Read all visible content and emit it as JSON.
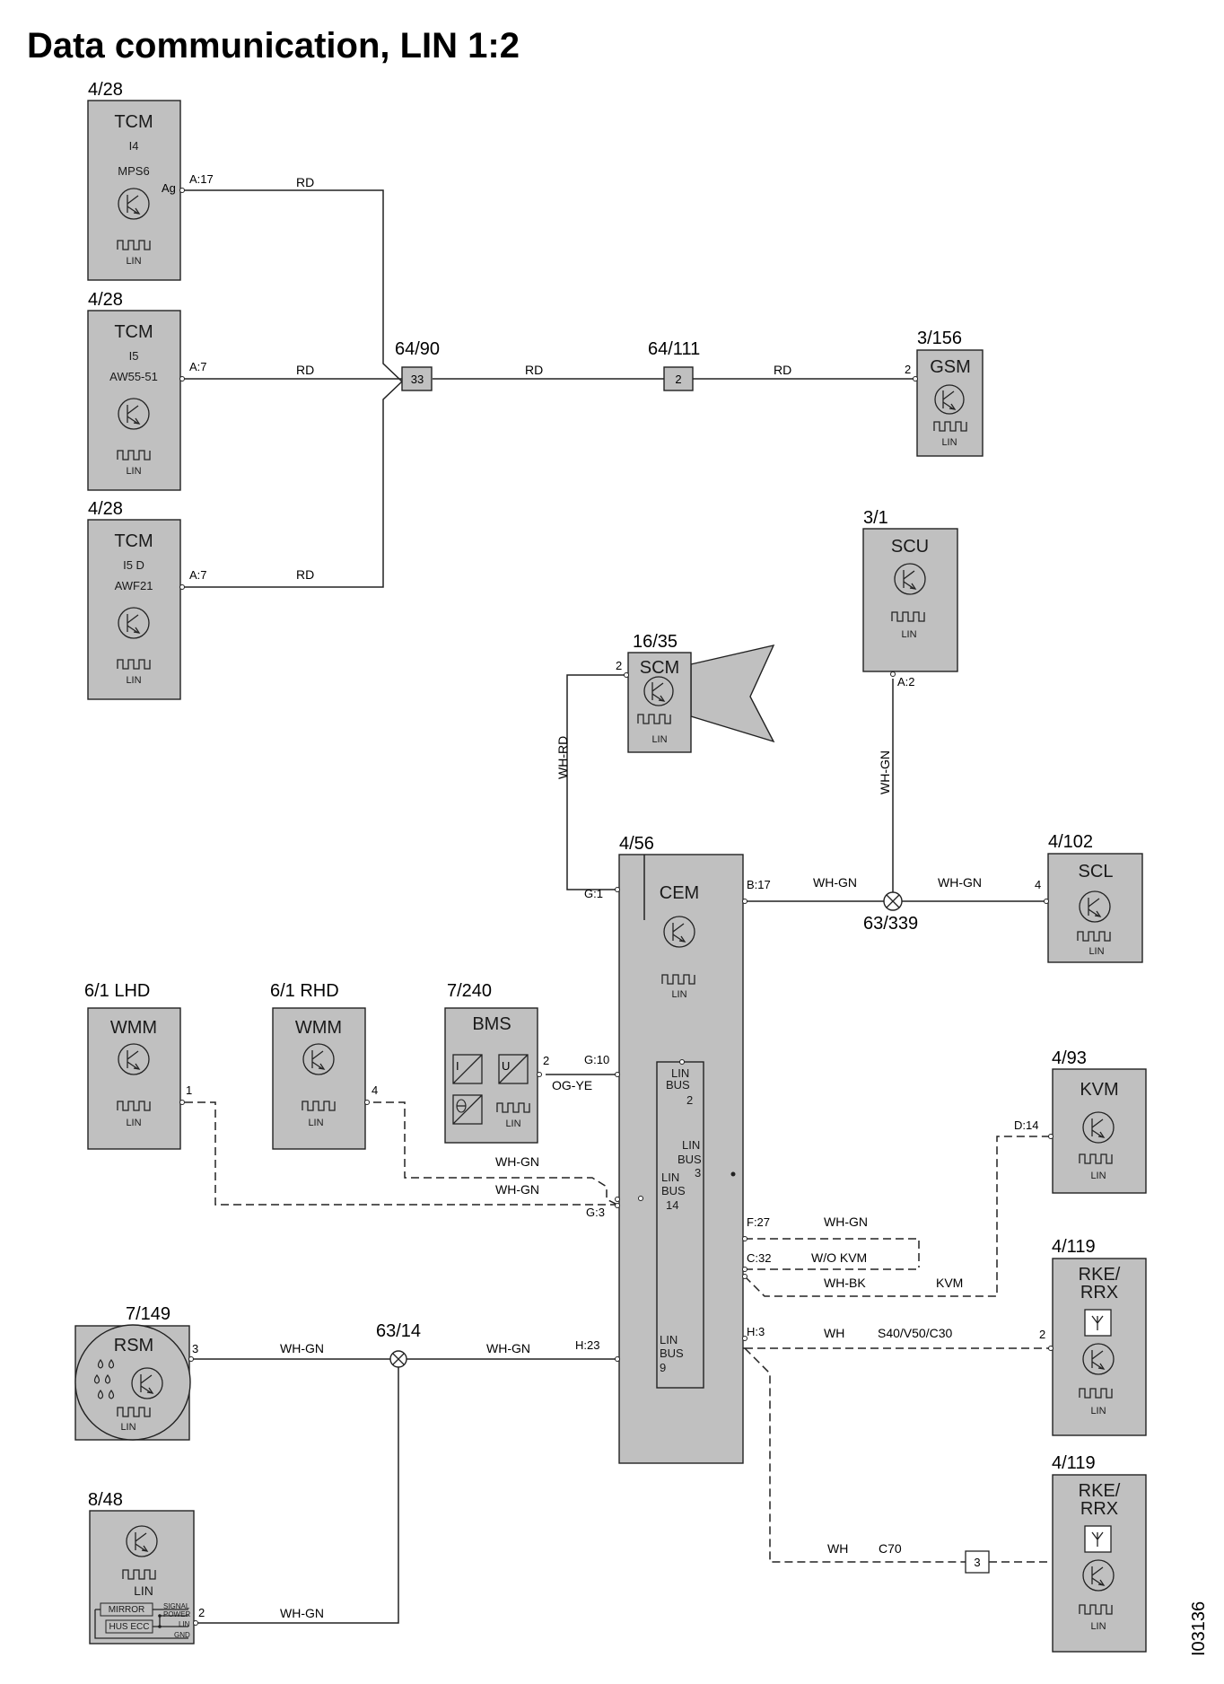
{
  "title": "Data communication, LIN 1:2",
  "figure_id": "I03136",
  "components": {
    "tcm1": {
      "ref": "4/28",
      "name": "TCM",
      "line1": "I4",
      "line2": "MPS6",
      "pin": "A:17",
      "inner": "Ag",
      "bus": "LIN"
    },
    "tcm2": {
      "ref": "4/28",
      "name": "TCM",
      "line1": "I5",
      "line2": "AW55-51",
      "pin": "A:7",
      "bus": "LIN"
    },
    "tcm3": {
      "ref": "4/28",
      "name": "TCM",
      "line1": "I5 D",
      "line2": "AWF21",
      "pin": "A:7",
      "bus": "LIN"
    },
    "gsm": {
      "ref": "3/156",
      "name": "GSM",
      "pin": "2",
      "bus": "LIN"
    },
    "scu": {
      "ref": "3/1",
      "name": "SCU",
      "pin": "A:2",
      "bus": "LIN"
    },
    "scm": {
      "ref": "16/35",
      "name": "SCM",
      "pin": "2",
      "bus": "LIN"
    },
    "cem": {
      "ref": "4/56",
      "name": "CEM",
      "bus": "LIN",
      "pins": {
        "g1": "G:1",
        "b17": "B:17",
        "g10": "G:10",
        "g3": "G:3",
        "f27": "F:27",
        "c32": "C:32",
        "h3": "H:3",
        "h23": "H:23"
      },
      "bus2": [
        "LIN",
        "BUS",
        "2"
      ],
      "bus3": [
        "LIN",
        "BUS",
        "3"
      ],
      "bus14": [
        "LIN",
        "BUS",
        "14"
      ],
      "bus9": [
        "LIN",
        "BUS",
        "9"
      ]
    },
    "scl": {
      "ref": "4/102",
      "name": "SCL",
      "pin": "4",
      "bus": "LIN"
    },
    "wmm_lhd": {
      "ref": "6/1 LHD",
      "name": "WMM",
      "pin": "1",
      "bus": "LIN"
    },
    "wmm_rhd": {
      "ref": "6/1 RHD",
      "name": "WMM",
      "pin": "4",
      "bus": "LIN"
    },
    "bms": {
      "ref": "7/240",
      "name": "BMS",
      "pin": "2",
      "bus": "LIN",
      "sym_u": "U",
      "sym_i": "I"
    },
    "kvm": {
      "ref": "4/93",
      "name": "KVM",
      "pin": "D:14",
      "bus": "LIN"
    },
    "rke1": {
      "ref": "4/119",
      "name1": "RKE/",
      "name2": "RRX",
      "pin": "2",
      "bus": "LIN"
    },
    "rke2": {
      "ref": "4/119",
      "name1": "RKE/",
      "name2": "RRX",
      "bus": "LIN"
    },
    "rsm": {
      "ref": "7/149",
      "name": "RSM",
      "pin": "3",
      "bus": "LIN"
    },
    "mirror": {
      "ref": "8/48",
      "pin": "2",
      "bus": "LIN",
      "box1": "MIRROR",
      "box2": "HUS ECC",
      "sig1": "SIGNAL",
      "sig2": "POWER",
      "sig3": "LIN",
      "sig4": "GND"
    }
  },
  "splices": {
    "s1": "64/90",
    "s1_num": "33",
    "s2": "64/111",
    "s2_num": "2",
    "s3": "63/339",
    "s4": "63/14",
    "conn3": "3"
  },
  "wires": {
    "rd": "RD",
    "wh_rd": "WH-RD",
    "wh_gn": "WH-GN",
    "og_ye": "OG-YE",
    "wo_kvm": "W/O KVM",
    "wh_bk": "WH-BK",
    "kvm": "KVM",
    "wh": "WH",
    "s40": "S40/V50/C30",
    "c70": "C70"
  }
}
